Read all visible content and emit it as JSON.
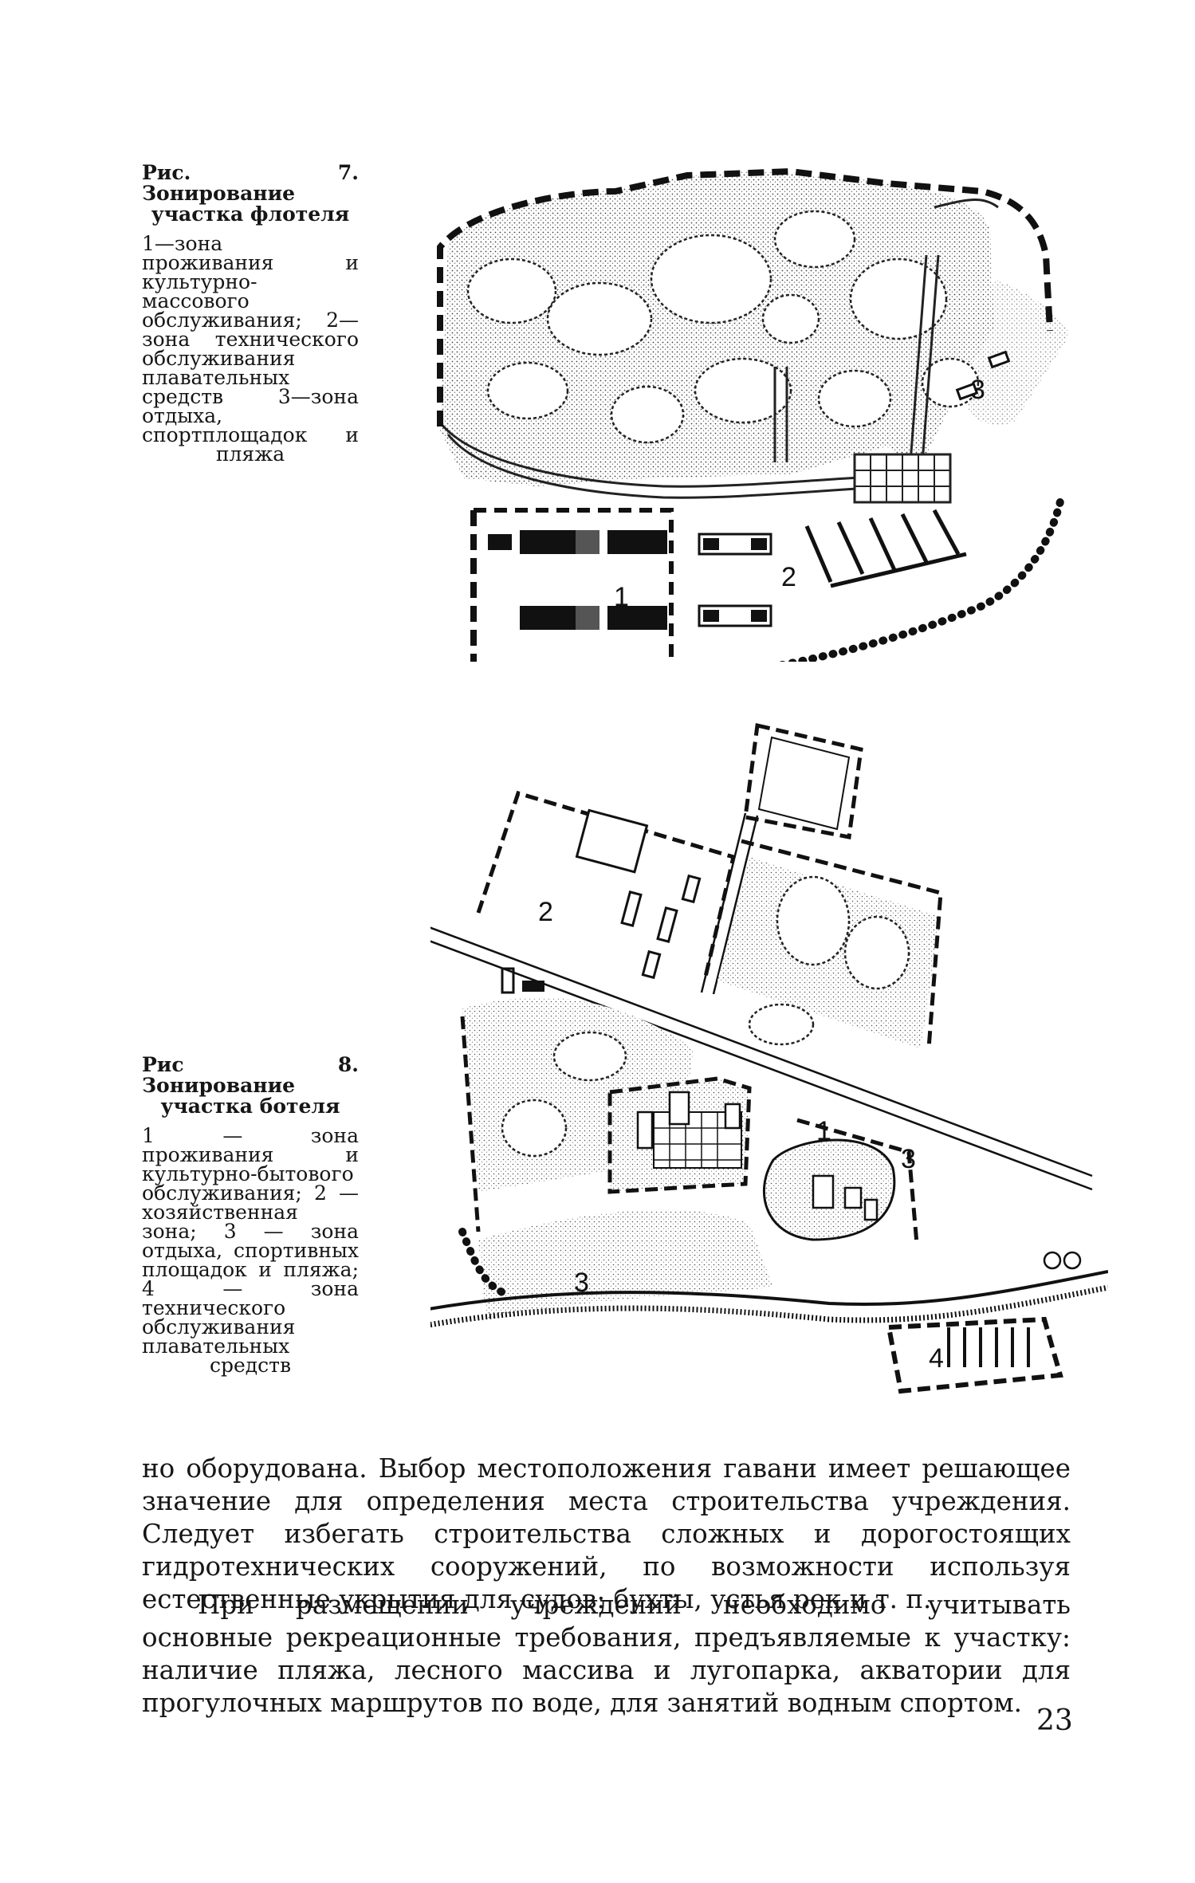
{
  "figure7": {
    "caption_title": "Рис. 7. Зонирование участка флотеля",
    "caption_body": "1—зона проживания и культурно-массового обслуживания; 2—зона технического обслуживания плавательных средств 3—зона отдыха, спортплощадок и пляжа",
    "zone_labels": [
      "1",
      "2",
      "3"
    ]
  },
  "figure8": {
    "caption_title": "Рис 8. Зонирование участка ботеля",
    "caption_body": "1 — зона проживания и культурно-бытового обслуживания; 2 — хозяйственная зона; 3 — зона отдыха, спортивных площадок и пляжа; 4 — зона технического обслуживания плавательных средств",
    "zone_labels": [
      "1",
      "2",
      "3",
      "3",
      "4"
    ]
  },
  "text": {
    "paragraph1": "но оборудована. Выбор местоположения гавани имеет решающее значение для определения места строительства учреждения. Следует избегать строительства сложных и дорогостоящих гидротехнических сооружений, по возможности используя естественные укрытия для судов: бухты, устья рек и т. п.",
    "paragraph2": "При размещении учреждений необходимо учитывать основные рекреационные требования, предъявляемые к участку: наличие пляжа, лесного массива и лугопарка, акватории для прогулочных маршрутов по воде, для занятий водным спортом."
  },
  "page_number": "23"
}
